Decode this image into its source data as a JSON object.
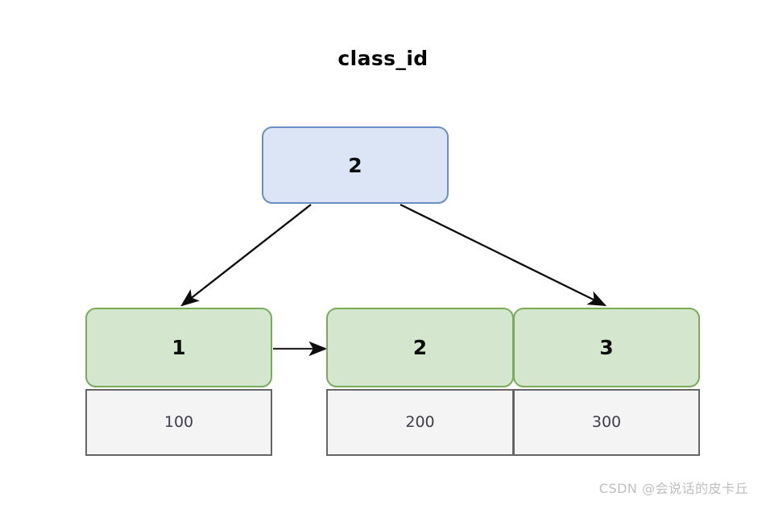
{
  "diagram": {
    "title": "class_id",
    "type": "b-plus-tree",
    "background_color": "#ffffff"
  },
  "colors": {
    "root_fill": "#dbe5f5",
    "root_border": "#6b8ec4",
    "key_fill": "#d4e6ce",
    "key_border": "#7aab5b",
    "value_fill": "#f4f4f4",
    "value_border": "#666666",
    "arrow": "#0d0d0d",
    "watermark": "#bfbfbf"
  },
  "root": {
    "label": "2"
  },
  "leaf_groups": [
    {
      "id": "group-1",
      "cells": [
        {
          "key": "1",
          "value": "100"
        }
      ]
    },
    {
      "id": "group-2",
      "cells": [
        {
          "key": "2",
          "value": "200"
        },
        {
          "key": "3",
          "value": "300"
        }
      ]
    }
  ],
  "edges": [
    {
      "from": "root",
      "to": "group-1-cell-0",
      "kind": "child-pointer"
    },
    {
      "from": "root",
      "to": "group-2-cell-1",
      "kind": "child-pointer"
    },
    {
      "from": "group-1-cell-0",
      "to": "group-2-cell-0",
      "kind": "leaf-link"
    }
  ],
  "watermark": {
    "text": "CSDN @会说话的皮卡丘"
  }
}
